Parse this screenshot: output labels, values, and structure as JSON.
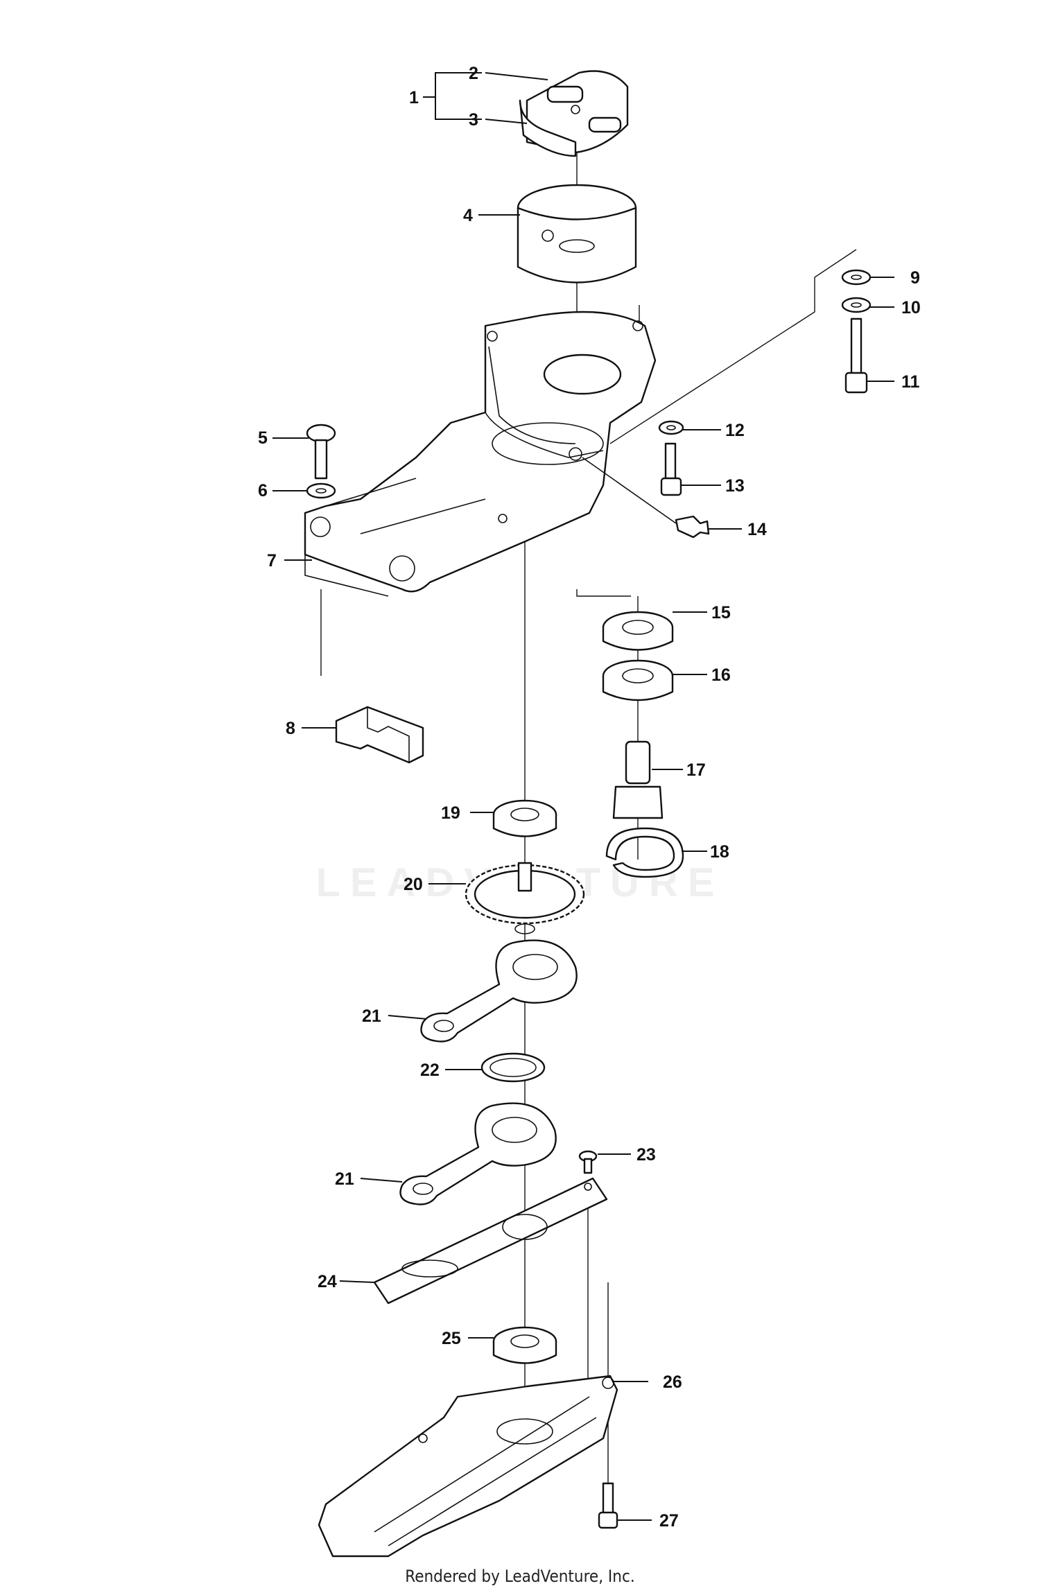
{
  "callouts": [
    {
      "id": "c1",
      "text": "1"
    },
    {
      "id": "c2",
      "text": "2"
    },
    {
      "id": "c3",
      "text": "3"
    },
    {
      "id": "c4",
      "text": "4"
    },
    {
      "id": "c5",
      "text": "5"
    },
    {
      "id": "c6",
      "text": "6"
    },
    {
      "id": "c7",
      "text": "7"
    },
    {
      "id": "c8",
      "text": "8"
    },
    {
      "id": "c9",
      "text": "9"
    },
    {
      "id": "c10",
      "text": "10"
    },
    {
      "id": "c11",
      "text": "11"
    },
    {
      "id": "c12",
      "text": "12"
    },
    {
      "id": "c13",
      "text": "13"
    },
    {
      "id": "c14",
      "text": "14"
    },
    {
      "id": "c15",
      "text": "15"
    },
    {
      "id": "c16",
      "text": "16"
    },
    {
      "id": "c17",
      "text": "17"
    },
    {
      "id": "c18",
      "text": "18"
    },
    {
      "id": "c19",
      "text": "19"
    },
    {
      "id": "c20",
      "text": "20"
    },
    {
      "id": "c21a",
      "text": "21"
    },
    {
      "id": "c22",
      "text": "22"
    },
    {
      "id": "c21b",
      "text": "21"
    },
    {
      "id": "c23",
      "text": "23"
    },
    {
      "id": "c24",
      "text": "24"
    },
    {
      "id": "c25",
      "text": "25"
    },
    {
      "id": "c26",
      "text": "26"
    },
    {
      "id": "c27",
      "text": "27"
    }
  ],
  "watermark": "LEADVENTURE",
  "footer": "Rendered by LeadVenture, Inc."
}
